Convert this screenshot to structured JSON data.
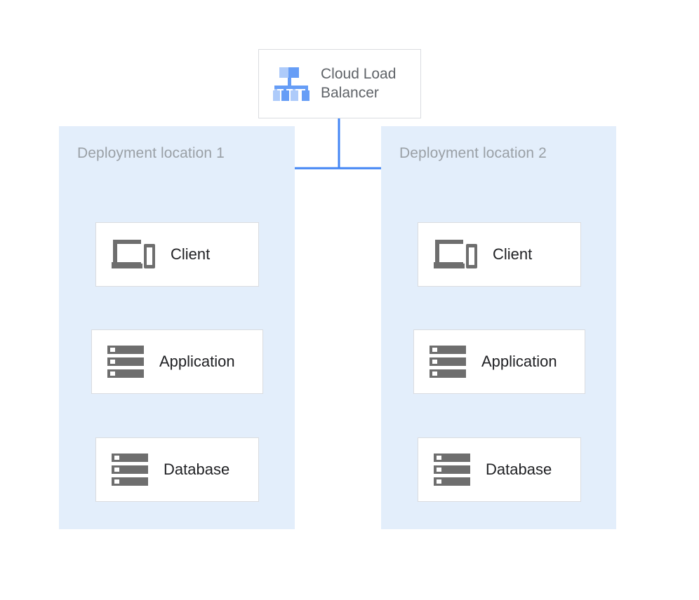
{
  "diagram": {
    "title_node": {
      "label": "Cloud Load Balancer",
      "icon": "load-balancer-icon"
    },
    "zones": [
      {
        "label": "Deployment location 1",
        "nodes": [
          {
            "label": "Client",
            "icon": "devices-icon"
          },
          {
            "label": "Application",
            "icon": "server-icon"
          },
          {
            "label": "Database",
            "icon": "database-icon"
          }
        ]
      },
      {
        "label": "Deployment location 2",
        "nodes": [
          {
            "label": "Client",
            "icon": "devices-icon"
          },
          {
            "label": "Application",
            "icon": "server-icon"
          },
          {
            "label": "Database",
            "icon": "database-icon"
          }
        ]
      }
    ],
    "colors": {
      "zone_background": "#e3eefb",
      "connector": "#4285f4",
      "node_border": "#dadce0",
      "node_background": "#ffffff",
      "node_text": "#202124",
      "zone_label_text": "#9aa0a6",
      "lb_text": "#5f6368",
      "icon_gray": "#6e6e6e",
      "icon_blue_dark": "#669df6",
      "icon_blue_light": "#aecbfa"
    }
  }
}
